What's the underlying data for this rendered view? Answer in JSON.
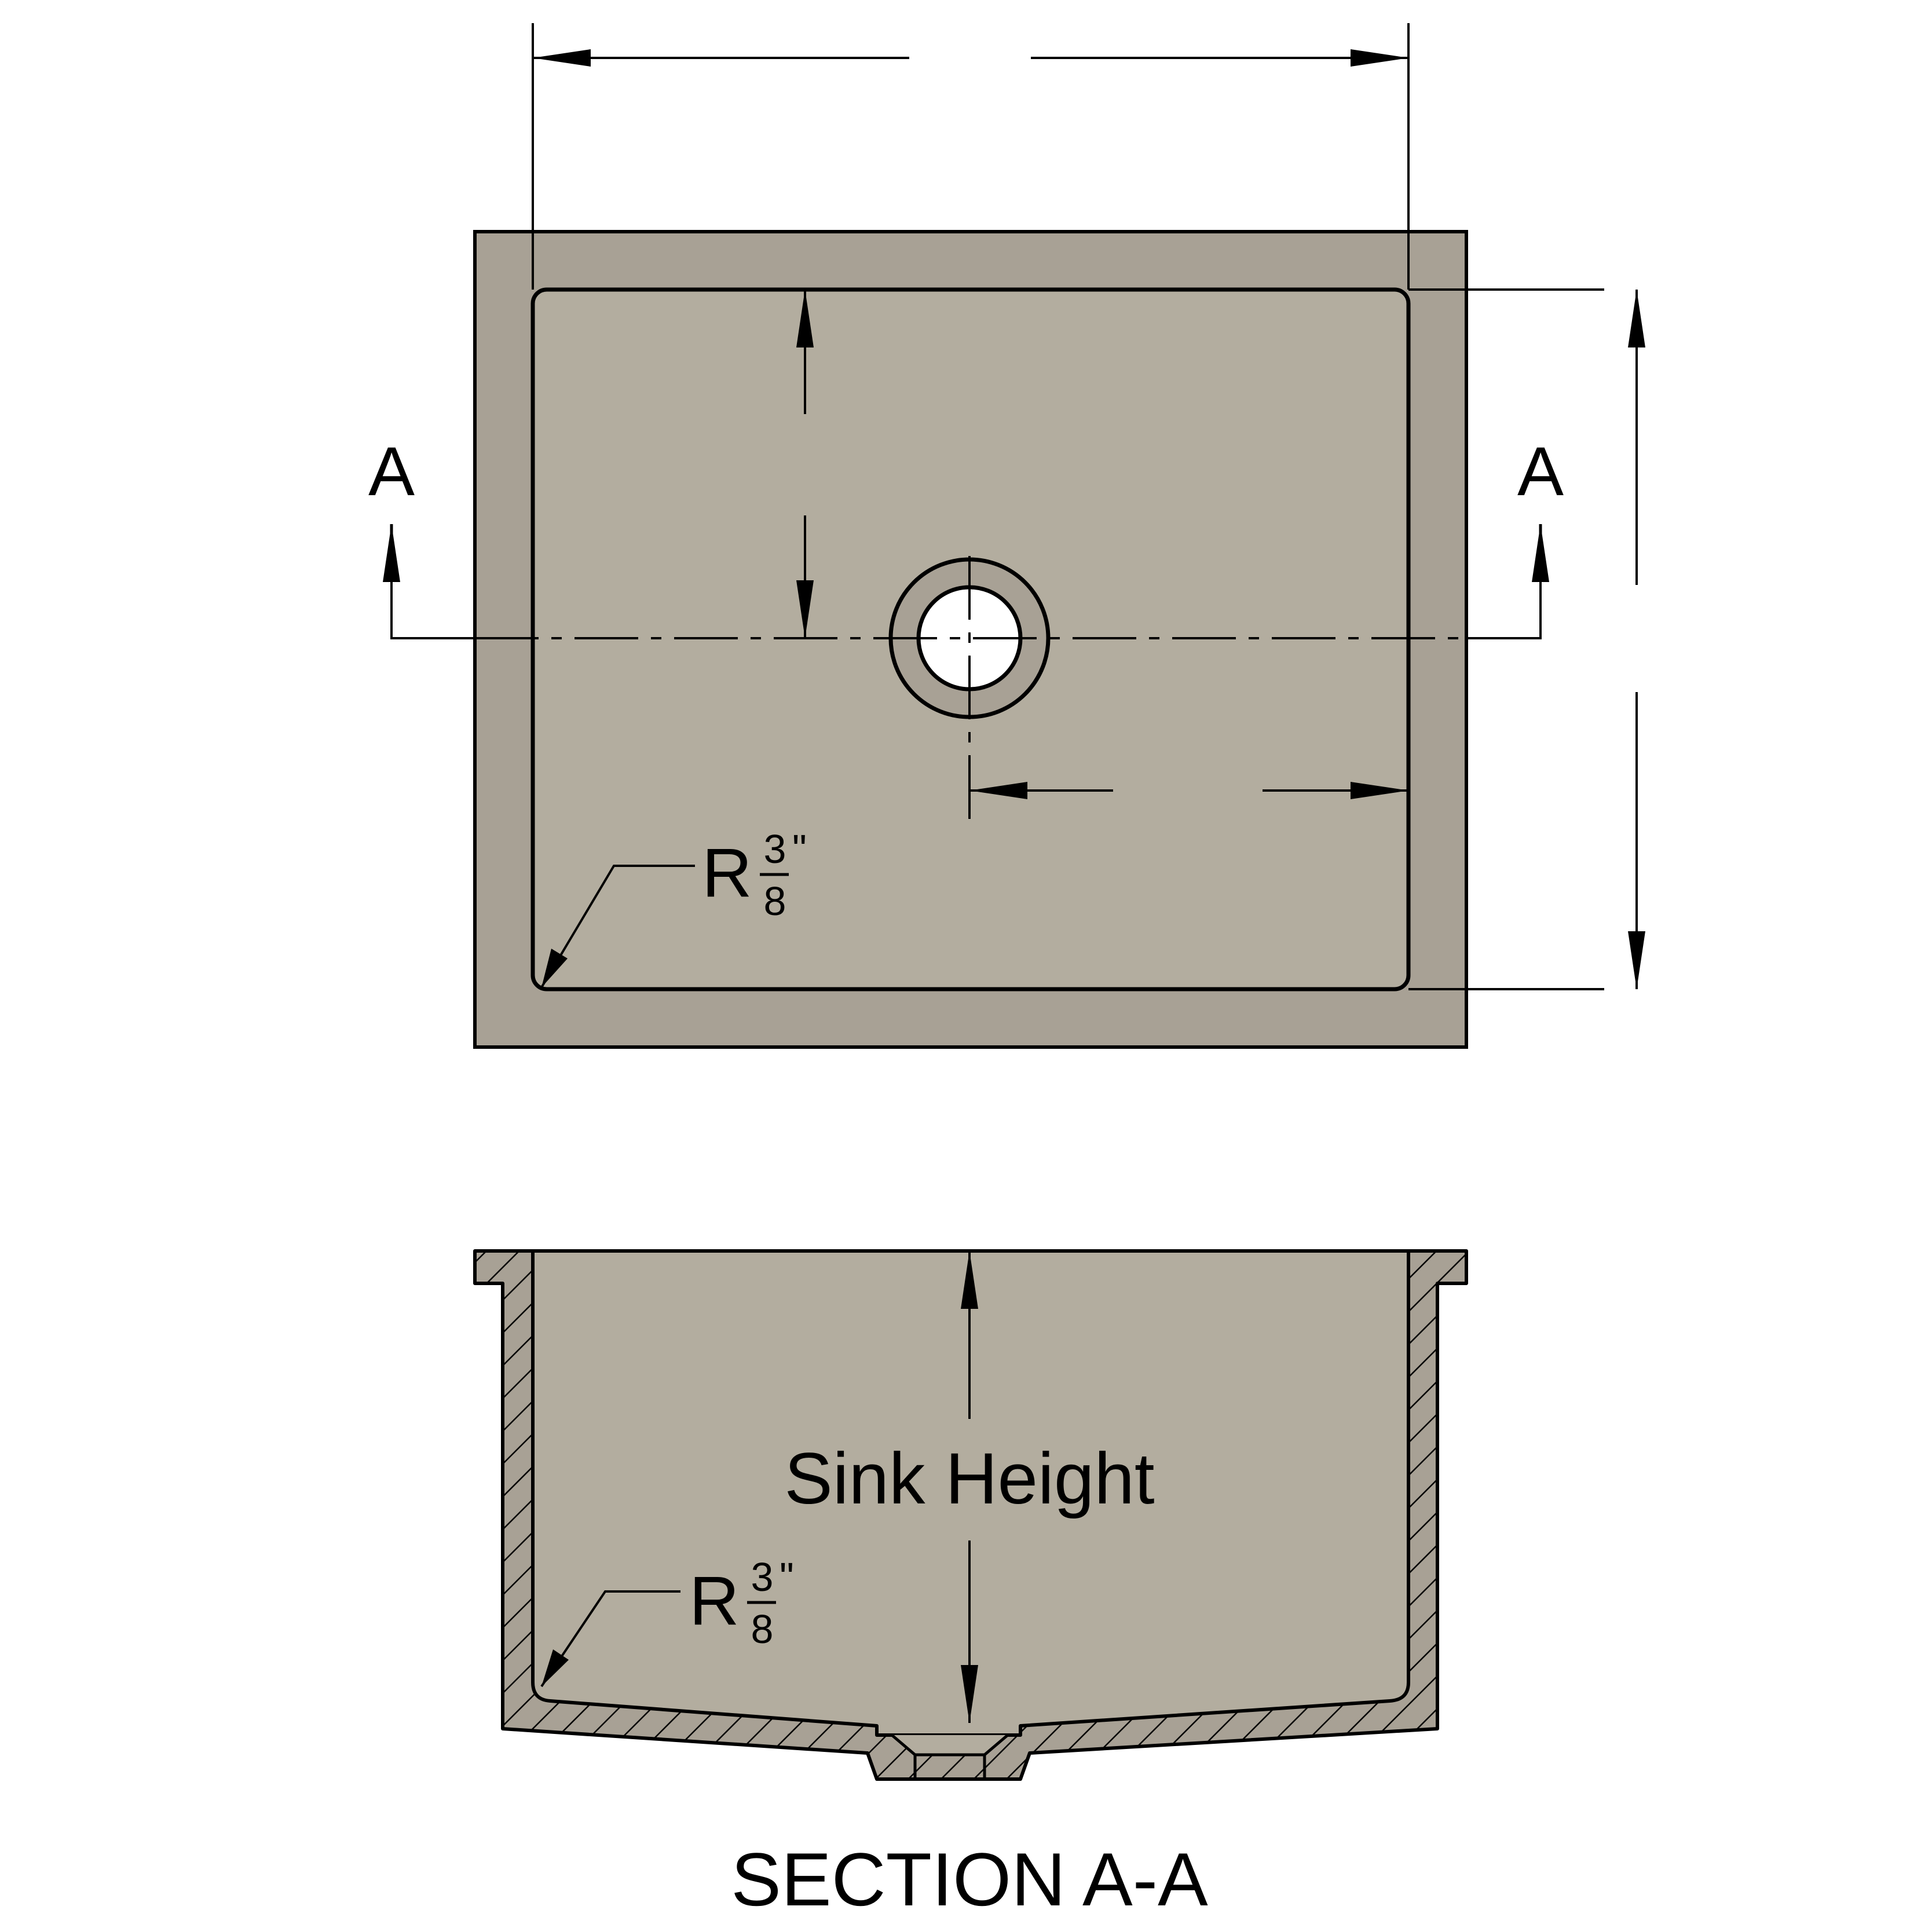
{
  "colors": {
    "material": "#a8a195",
    "material_light": "#b3ad9f",
    "line": "#000000",
    "drain_hole": "#ffffff"
  },
  "section_markers": {
    "left": "A",
    "right": "A"
  },
  "radius_callouts": {
    "plan": {
      "prefix": "R",
      "numerator": "3",
      "denominator": "8",
      "unit": "\""
    },
    "section": {
      "prefix": "R",
      "numerator": "3",
      "denominator": "8",
      "unit": "\""
    }
  },
  "section_view": {
    "height_label": "Sink Height",
    "caption": "SECTION A-A"
  }
}
